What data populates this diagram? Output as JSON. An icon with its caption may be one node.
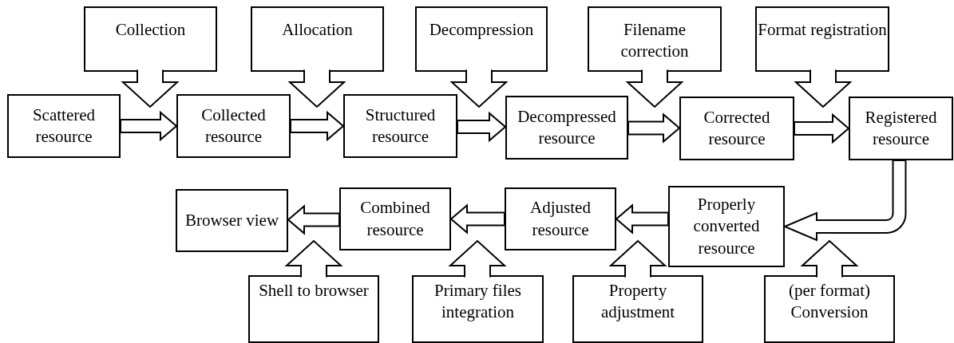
{
  "diagram": {
    "nodes": [
      {
        "text": [
          "Scattered resource"
        ]
      },
      {
        "text": [
          "Collected resource"
        ]
      },
      {
        "text": [
          "Structured resource"
        ]
      },
      {
        "text": [
          "Decompressed resource"
        ]
      },
      {
        "text": [
          "Corrected resource"
        ]
      },
      {
        "text": [
          "Registered resource"
        ]
      },
      {
        "text": [
          "Properly converted resource"
        ]
      },
      {
        "text": [
          "Adjusted resource"
        ]
      },
      {
        "text": [
          "Combined resource"
        ]
      },
      {
        "text": [
          "Browser view"
        ]
      },
      {
        "text": [
          "Collection"
        ]
      },
      {
        "text": [
          "Allocation"
        ]
      },
      {
        "text": [
          "Decompression"
        ]
      },
      {
        "text": [
          "Filename correction"
        ]
      },
      {
        "text": [
          "Format registration"
        ]
      },
      {
        "text": [
          "(per format) Conversion"
        ]
      },
      {
        "text": [
          "Property adjustment"
        ]
      },
      {
        "text": [
          "Primary files integration"
        ]
      },
      {
        "text": [
          "Shell to browser"
        ]
      }
    ],
    "edges": [
      {
        "from": 0,
        "to": 1,
        "arrow": "to"
      },
      {
        "from": 1,
        "to": 2,
        "arrow": "to"
      },
      {
        "from": 2,
        "to": 3,
        "arrow": "to"
      },
      {
        "from": 3,
        "to": 4,
        "arrow": "to"
      },
      {
        "from": 4,
        "to": 5,
        "arrow": "to"
      },
      {
        "from": 5,
        "to": 6,
        "arrow": "to"
      },
      {
        "from": 6,
        "to": 7,
        "arrow": "to"
      },
      {
        "from": 7,
        "to": 8,
        "arrow": "to"
      },
      {
        "from": 8,
        "to": 9,
        "arrow": "to"
      },
      {
        "from": 10,
        "to": null,
        "arrow": "to"
      },
      {
        "from": 11,
        "to": null,
        "arrow": "to"
      },
      {
        "from": 12,
        "to": null,
        "arrow": "to"
      },
      {
        "from": 13,
        "to": null,
        "arrow": "to"
      },
      {
        "from": 14,
        "to": null,
        "arrow": "to"
      },
      {
        "from": 15,
        "to": null,
        "arrow": "to"
      },
      {
        "from": 16,
        "to": null,
        "arrow": "to"
      },
      {
        "from": 17,
        "to": null,
        "arrow": "to"
      },
      {
        "from": 18,
        "to": null,
        "arrow": "to"
      }
    ]
  }
}
